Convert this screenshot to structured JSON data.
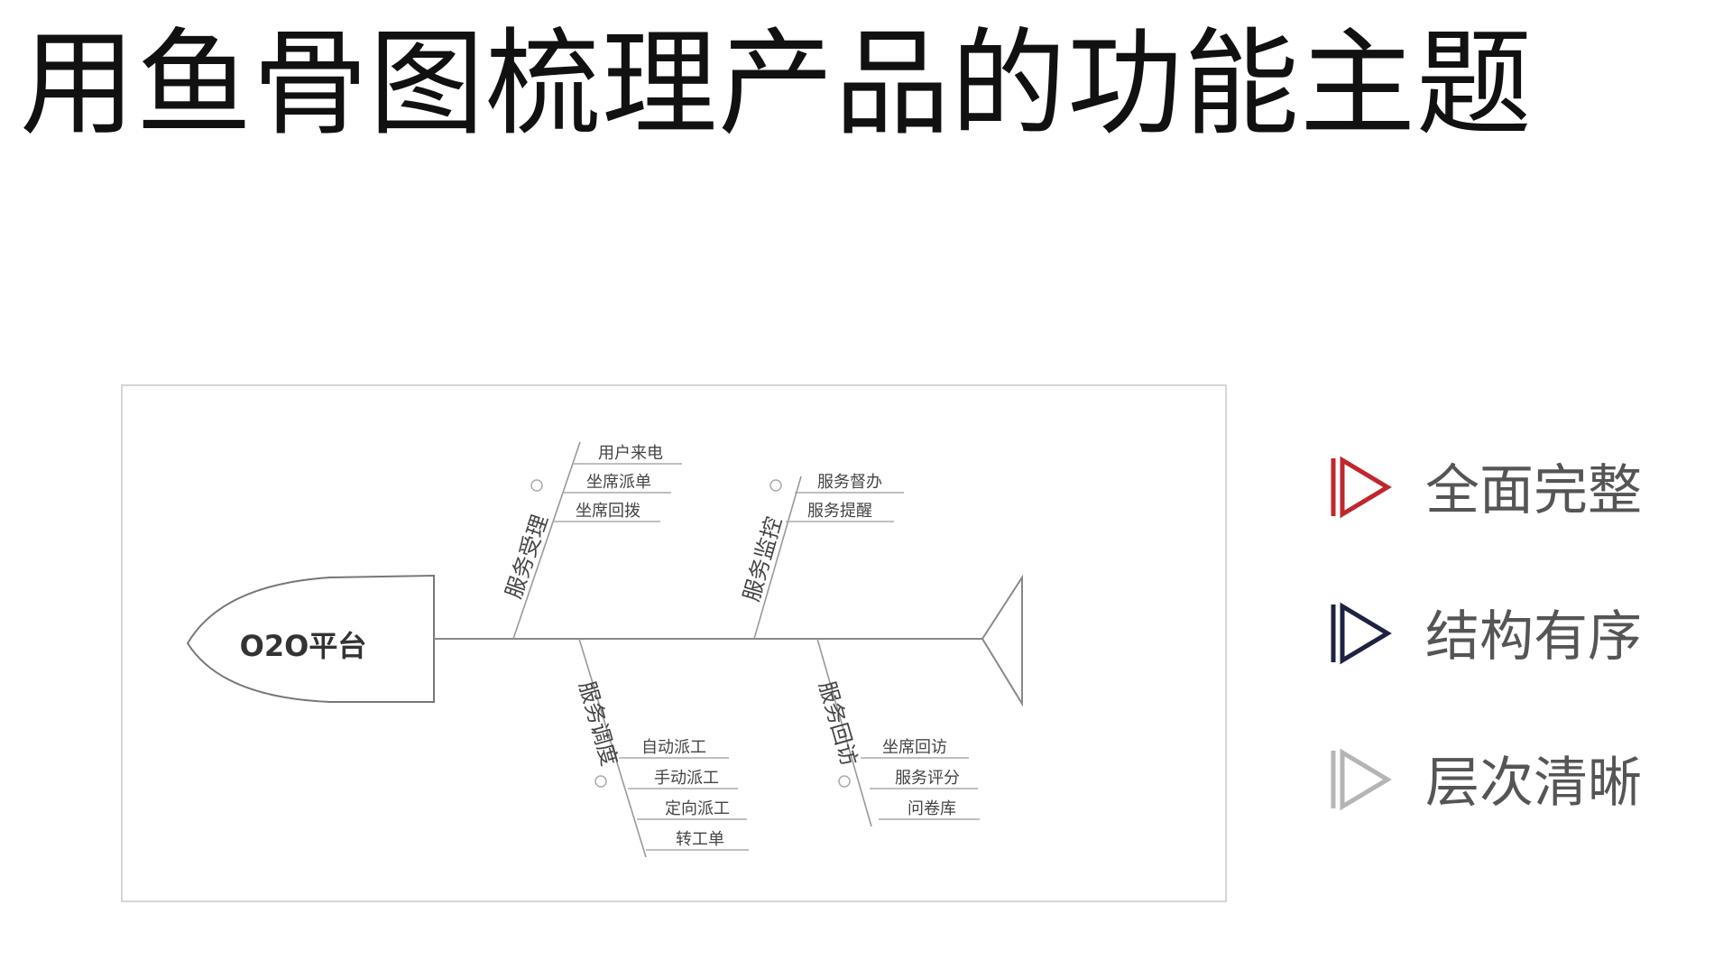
{
  "title": "用鱼骨图梳理产品的功能主题",
  "diagram": {
    "head_label": "O2O平台",
    "branches": [
      {
        "name": "服务受理",
        "items": [
          "用户来电",
          "坐席派单",
          "坐席回拨"
        ]
      },
      {
        "name": "服务监控",
        "items": [
          "服务督办",
          "服务提醒"
        ]
      },
      {
        "name": "服务调度",
        "items": [
          "自动派工",
          "手动派工",
          "定向派工",
          "转工单"
        ]
      },
      {
        "name": "服务回访",
        "items": [
          "坐席回访",
          "服务评分",
          "问卷库"
        ]
      }
    ]
  },
  "legend": [
    {
      "label": "全面完整",
      "color": "#c0272d"
    },
    {
      "label": "结构有序",
      "color": "#1f2340"
    },
    {
      "label": "层次清晰",
      "color": "#b5b5b5"
    }
  ]
}
